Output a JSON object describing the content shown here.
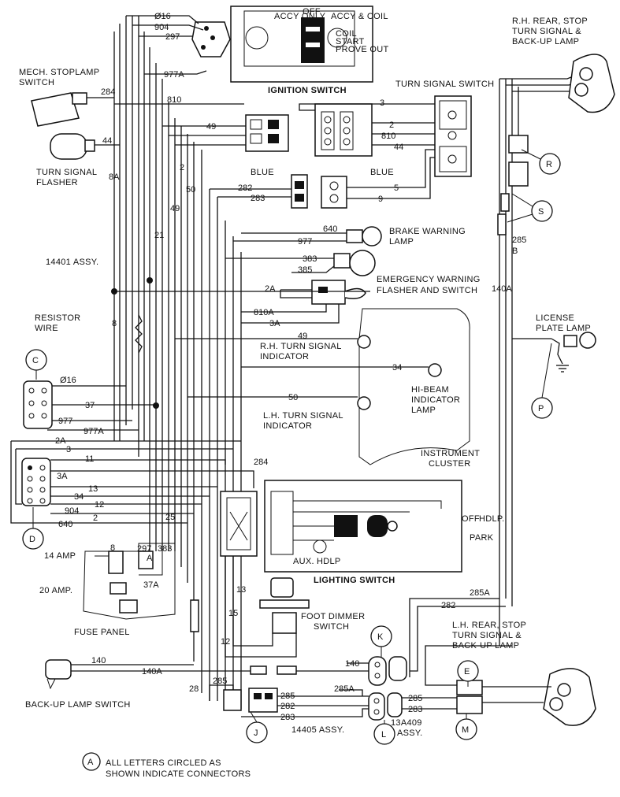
{
  "components": {
    "ignition_switch": "IGNITION SWITCH",
    "ign_accy_only": "ACCY ONLY",
    "ign_off": "OFF",
    "ign_accy_coil": "ACCY & COIL",
    "ign_coil": "COIL",
    "ign_start": "START",
    "ign_prove_out": "PROVE OUT",
    "mech_stoplamp": "MECH. STOPLAMP",
    "mech_stoplamp_2": "SWITCH",
    "turn_signal_flasher": "TURN SIGNAL",
    "turn_signal_flasher_2": "FLASHER",
    "turn_signal_switch": "TURN SIGNAL SWITCH",
    "blue_1": "BLUE",
    "blue_2": "BLUE",
    "rh_rear_lamp_1": "R.H. REAR, STOP",
    "rh_rear_lamp_2": "TURN SIGNAL &",
    "rh_rear_lamp_3": "BACK-UP LAMP",
    "brake_warning_1": "BRAKE WARNING",
    "brake_warning_2": "LAMP",
    "emergency_1": "EMERGENCY WARNING",
    "emergency_2": "FLASHER AND SWITCH",
    "assy_14401": "14401 ASSY.",
    "resistor_1": "RESISTOR",
    "resistor_2": "WIRE",
    "rh_indicator_1": "R.H. TURN SIGNAL",
    "rh_indicator_2": "INDICATOR",
    "lh_indicator_1": "L.H. TURN SIGNAL",
    "lh_indicator_2": "INDICATOR",
    "hibeam_1": "HI-BEAM",
    "hibeam_2": "INDICATOR",
    "hibeam_3": "LAMP",
    "license_1": "LICENSE",
    "license_2": "PLATE LAMP",
    "instrument_1": "INSTRUMENT",
    "instrument_2": "CLUSTER",
    "lighting_switch": "LIGHTING SWITCH",
    "ls_off": "OFF",
    "ls_hdlp": "HDLP.",
    "ls_park": "PARK",
    "ls_aux": "AUX.",
    "ls_hdlp2": "HDLP",
    "fuse_14amp": "14 AMP",
    "fuse_20amp": "20 AMP.",
    "fuse_panel": "FUSE PANEL",
    "foot_dimmer_1": "FOOT DIMMER",
    "foot_dimmer_2": "SWITCH",
    "lh_rear_lamp_1": "L.H. REAR, STOP",
    "lh_rear_lamp_2": "TURN SIGNAL &",
    "lh_rear_lamp_3": "BACK-UP LAMP",
    "backup_switch": "BACK-UP LAMP SWITCH",
    "assy_14405": "14405 ASSY.",
    "assy_13a409_1": "13A409",
    "assy_13a409_2": "ASSY."
  },
  "connectors": {
    "C": "C",
    "D": "D",
    "R": "R",
    "S": "S",
    "P": "P",
    "K": "K",
    "E": "E",
    "J": "J",
    "L": "L",
    "M": "M",
    "A": "A"
  },
  "legend": {
    "letter": "A",
    "line1": "ALL LETTERS CIRCLED AS",
    "line2": "SHOWN INDICATE CONNECTORS"
  },
  "wires": {
    "w016": "Ø16",
    "w904": "904",
    "w297": "297",
    "w977a": "977A",
    "w284": "284",
    "w810": "810",
    "w49": "49",
    "w44": "44",
    "w8a": "8A",
    "w2": "2",
    "w50": "50",
    "w21": "21",
    "w282": "282",
    "w283": "283",
    "w3": "3",
    "w810b": "810",
    "w44b": "44",
    "w5": "5",
    "w9": "9",
    "w2b": "2",
    "w640": "640",
    "w977": "977",
    "w383": "383",
    "w385": "385",
    "w2a": "2A",
    "w810a": "810A",
    "w3a": "3A",
    "w49b": "49",
    "w34": "34",
    "w50b": "50",
    "w8": "8",
    "w140a": "140A",
    "w285": "285",
    "wB": "B",
    "w016b": "Ø16",
    "w37": "37",
    "w977b": "977",
    "w977a2": "977A",
    "w2a2": "2A",
    "w3b": "3",
    "w11": "11",
    "w284b": "284",
    "w3a2": "3A",
    "w13": "13",
    "w34b": "34",
    "w12": "12",
    "w904b": "904",
    "w2c": "2",
    "w640b": "640",
    "w25": "25",
    "w297b": "297",
    "w383b": "383",
    "w8b": "8",
    "wA": "A",
    "w37a": "37A",
    "w13b": "13",
    "w15": "15",
    "w12b": "12",
    "w285a": "285A",
    "w282b": "282",
    "w140": "140",
    "w140a2": "140A",
    "w140b": "140",
    "w285b": "285",
    "w285c": "285",
    "w282c": "282",
    "w283b": "283",
    "w285a2": "285A",
    "w285d": "285",
    "w283c": "283",
    "w28": "28"
  }
}
